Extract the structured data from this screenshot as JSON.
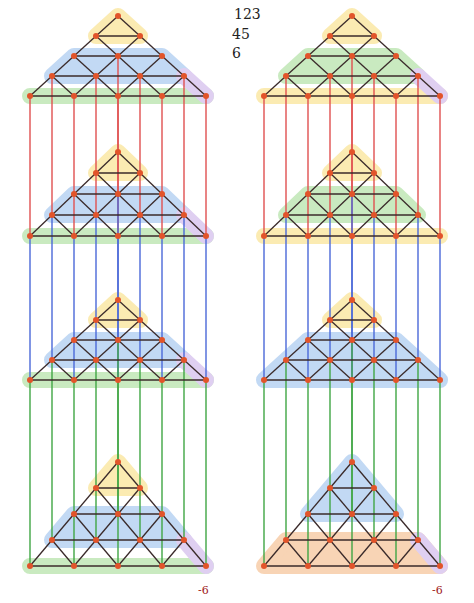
{
  "diagram": {
    "labels": [
      "123",
      "45",
      "6",
      "-6",
      "-6"
    ]
  }
}
